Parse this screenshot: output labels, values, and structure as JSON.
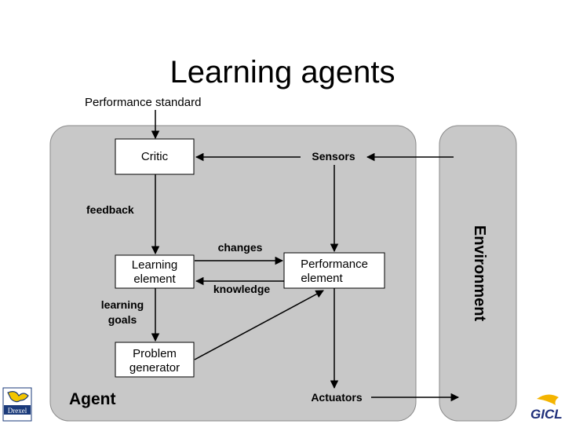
{
  "slide": {
    "title": "Learning agents"
  },
  "diagram": {
    "performance_standard": "Performance standard",
    "agent_label": "Agent",
    "environment_label": "Environment",
    "boxes": {
      "critic": "Critic",
      "learning_element": [
        "Learning",
        "element"
      ],
      "performance_element": [
        "Performance",
        "element"
      ],
      "problem_generator": [
        "Problem",
        "generator"
      ]
    },
    "labels": {
      "sensors": "Sensors",
      "actuators": "Actuators",
      "feedback": "feedback",
      "changes": "changes",
      "knowledge": "knowledge",
      "learning_goals": [
        "learning",
        "goals"
      ]
    }
  },
  "logos": {
    "left": "Drexel",
    "right": "GICL"
  },
  "colors": {
    "panel_fill": "#c8c8c8",
    "panel_stroke": "#8a8a8a",
    "box_fill": "#ffffff",
    "ink": "#000000",
    "drexel_blue": "#1a3a7a",
    "drexel_gold": "#f2c500",
    "gicl_blue": "#1f2f7a",
    "gicl_gold": "#f4b400"
  }
}
